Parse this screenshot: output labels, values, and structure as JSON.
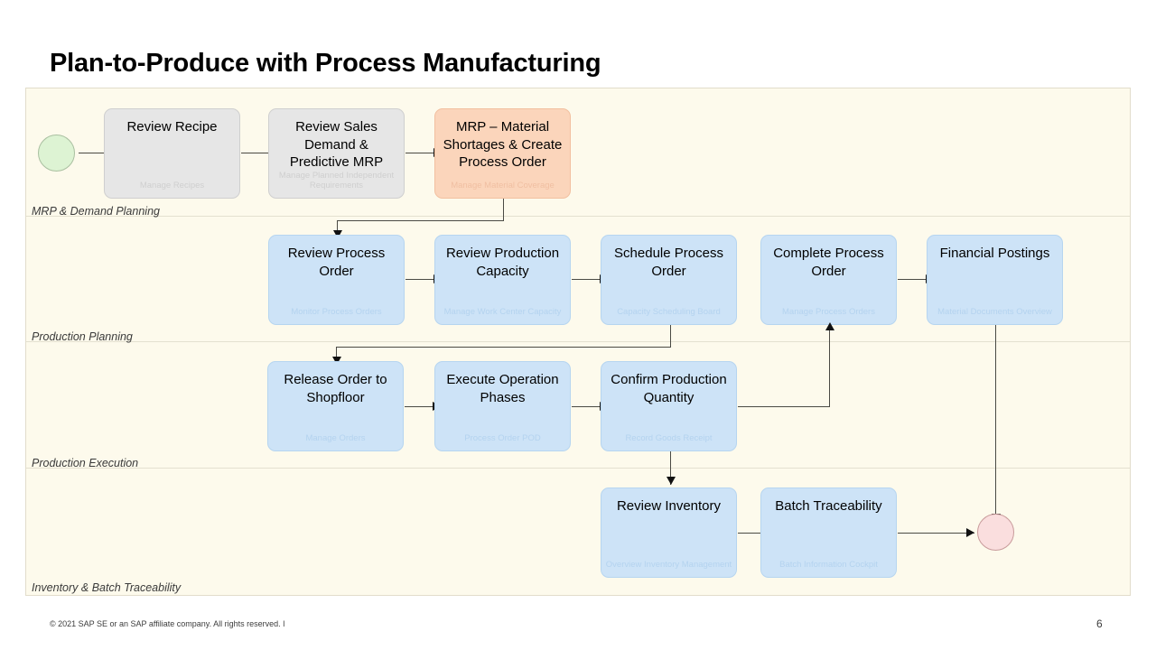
{
  "slide": {
    "title": "Plan-to-Produce with Process Manufacturing",
    "page_number": "6",
    "footer": "© 2021 SAP SE or an SAP affiliate company. All rights reserved.  ǀ"
  },
  "colors": {
    "canvas_bg": "#fdfaec",
    "gray_node": "#e6e6e6",
    "orange_node": "#fbd5bb",
    "blue_node": "#cde3f7",
    "start_circle": "#ddf3d3",
    "end_circle": "#fadede",
    "connector": "#4a4a44"
  },
  "lanes": [
    {
      "label": "MRP & Demand Planning"
    },
    {
      "label": "Production Planning"
    },
    {
      "label": "Production Execution"
    },
    {
      "label": "Inventory & Batch Traceability"
    }
  ],
  "start_node": {
    "name": "start-event"
  },
  "end_node": {
    "name": "end-event"
  },
  "nodes": [
    {
      "title": "Review Recipe",
      "subtitle": "Manage Recipes"
    },
    {
      "title": "Review Sales Demand & Predictive MRP",
      "subtitle": "Manage Planned Independent Requirements"
    },
    {
      "title": "MRP – Material Shortages & Create Process Order",
      "subtitle": "Manage Material Coverage"
    },
    {
      "title": "Review Process Order",
      "subtitle": "Monitor Process Orders"
    },
    {
      "title": "Review Production Capacity",
      "subtitle": "Manage Work Center Capacity"
    },
    {
      "title": "Schedule Process Order",
      "subtitle": "Capacity Scheduling Board"
    },
    {
      "title": "Complete Process Order",
      "subtitle": "Manage Process Orders"
    },
    {
      "title": "Financial Postings",
      "subtitle": "Material Documents Overview"
    },
    {
      "title": "Release Order to Shopfloor",
      "subtitle": "Manage Orders"
    },
    {
      "title": "Execute Operation Phases",
      "subtitle": "Process Order POD"
    },
    {
      "title": "Confirm Production Quantity",
      "subtitle": "Record Goods Receipt"
    },
    {
      "title": "Review Inventory",
      "subtitle": "Overview Inventory Management"
    },
    {
      "title": "Batch Traceability",
      "subtitle": "Batch Information Cockpit"
    }
  ]
}
